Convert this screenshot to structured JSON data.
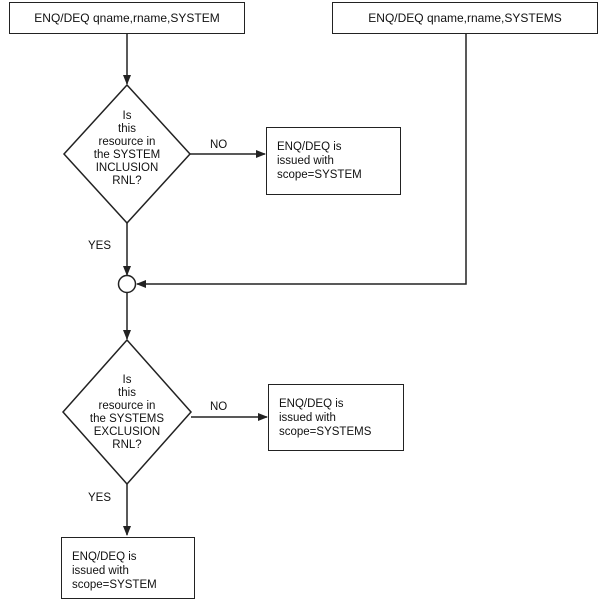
{
  "top_left_box": "ENQ/DEQ qname,rname,SYSTEM",
  "top_right_box": "ENQ/DEQ qname,rname,SYSTEMS",
  "decision1": {
    "lines": [
      "Is",
      "this",
      "resource in",
      "the SYSTEM",
      "INCLUSION",
      "RNL?"
    ]
  },
  "decision2": {
    "lines": [
      "Is",
      "this",
      "resource in",
      "the SYSTEMS",
      "EXCLUSION",
      "RNL?"
    ]
  },
  "label_no_1": "NO",
  "label_yes_1": "YES",
  "label_no_2": "NO",
  "label_yes_2": "YES",
  "result1": {
    "lines": [
      "ENQ/DEQ is",
      "issued with",
      "scope=SYSTEM"
    ]
  },
  "result2": {
    "lines": [
      "ENQ/DEQ is",
      "issued with",
      "scope=SYSTEMS"
    ]
  },
  "result3": {
    "lines": [
      "ENQ/DEQ is",
      "issued with",
      "scope=SYSTEM"
    ]
  }
}
